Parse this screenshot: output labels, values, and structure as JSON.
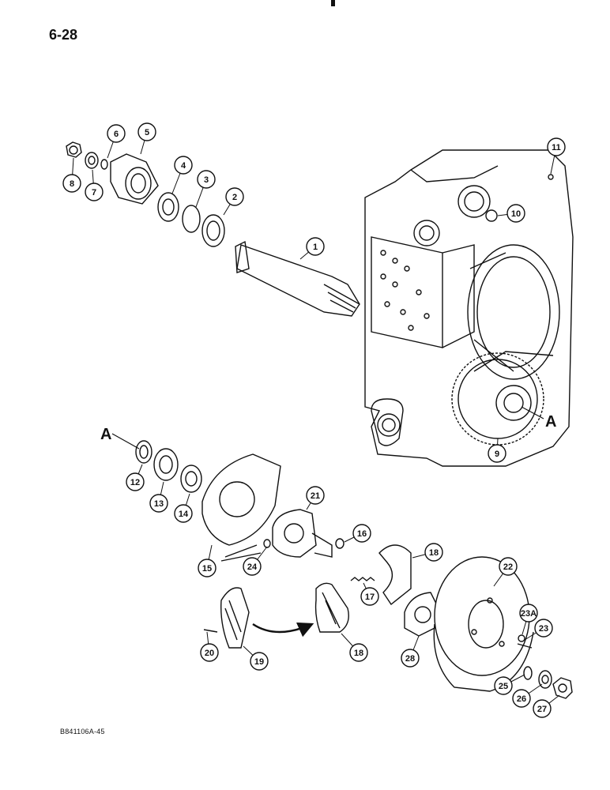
{
  "page": {
    "number": "6-28",
    "reference": "B841106A-45"
  },
  "section_markers": [
    "A",
    "A"
  ],
  "callouts": [
    "1",
    "2",
    "3",
    "4",
    "5",
    "6",
    "7",
    "8",
    "9",
    "10",
    "11",
    "12",
    "13",
    "14",
    "15",
    "16",
    "17",
    "18",
    "18",
    "19",
    "20",
    "21",
    "22",
    "23",
    "23A",
    "24",
    "25",
    "26",
    "27",
    "28"
  ],
  "colors": {
    "ink": "#111111",
    "paper": "#ffffff"
  }
}
